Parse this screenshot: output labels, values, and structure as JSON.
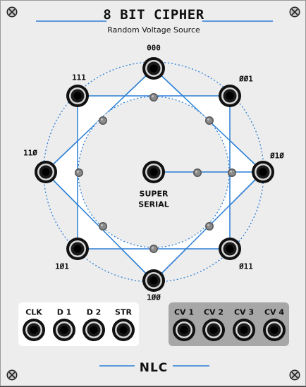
{
  "module": {
    "title": "8 BIT CIPHER",
    "subtitle": "Random Voltage Source",
    "brand": "NLC",
    "center_label_line1": "SUPER",
    "center_label_line2": "SERIAL"
  },
  "octagon_nodes": [
    {
      "id": "000",
      "label": "000"
    },
    {
      "id": "001",
      "label": "ØØ1"
    },
    {
      "id": "010",
      "label": "Ø1Ø"
    },
    {
      "id": "011",
      "label": "Ø11"
    },
    {
      "id": "100",
      "label": "1ØØ"
    },
    {
      "id": "101",
      "label": "1Ø1"
    },
    {
      "id": "110",
      "label": "11Ø"
    },
    {
      "id": "111",
      "label": "111"
    }
  ],
  "inputs": [
    {
      "id": "clk",
      "label": "CLK"
    },
    {
      "id": "d1",
      "label": "D 1"
    },
    {
      "id": "d2",
      "label": "D 2"
    },
    {
      "id": "str",
      "label": "STR"
    }
  ],
  "outputs": [
    {
      "id": "cv1",
      "label": "CV 1"
    },
    {
      "id": "cv2",
      "label": "CV 2"
    },
    {
      "id": "cv3",
      "label": "CV 3"
    },
    {
      "id": "cv4",
      "label": "CV 4"
    }
  ],
  "colors": {
    "panel": "#ededed",
    "accent_blue": "#2b7fd6",
    "output_box": "#a7a7a7",
    "input_box": "#ffffff"
  },
  "icons": {
    "screw": "screw-icon",
    "jack": "jack-socket-icon",
    "led": "led-indicator-icon"
  }
}
